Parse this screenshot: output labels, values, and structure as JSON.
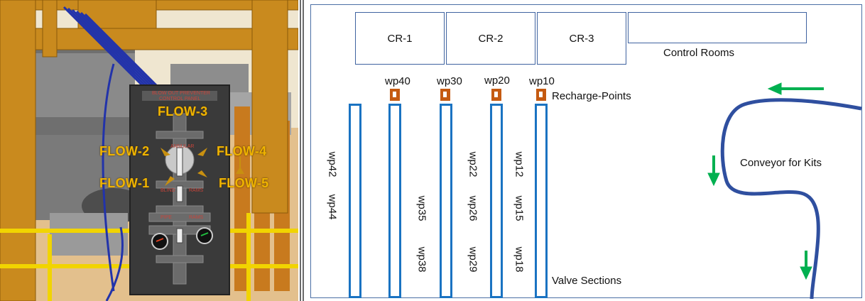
{
  "left_panel": {
    "panel_title": "BLOW OUT PREVENTER",
    "panel_subtitle": "CONTROL PANEL",
    "annular_label": "ANNULAR",
    "blind_rams_left": "BLIND",
    "blind_rams_right": "RAMS",
    "pipe_rams_left": "PIPE",
    "pipe_rams_right": "RAMS",
    "flows": {
      "flow_1": "FLOW-1",
      "flow_2": "FLOW-2",
      "flow_3": "FLOW-3",
      "flow_4": "FLOW-4",
      "flow_5": "FLOW-5"
    },
    "colors": {
      "flow_label": "#f0b400",
      "frame": "#c98a1e",
      "cables": "#2233aa"
    }
  },
  "layout_map": {
    "control_rooms": {
      "rooms": [
        "CR-1",
        "CR-2",
        "CR-3",
        ""
      ],
      "label": "Control Rooms"
    },
    "recharge_points": {
      "labels": [
        "wp40",
        "wp30",
        "wp20",
        "wp10"
      ],
      "label": "Recharge-Points",
      "color": "#c55a11"
    },
    "valve_sections": {
      "label": "Valve Sections",
      "color": "#1a73c2",
      "columns": [
        {
          "top": "wp42",
          "bottom": "wp44"
        },
        {
          "middle": "wp35",
          "bottom": "wp38"
        },
        {
          "top": "wp22",
          "middle": "wp26",
          "bottom": "wp29"
        },
        {
          "top": "wp12",
          "middle": "wp15",
          "bottom": "wp18"
        }
      ]
    },
    "conveyor": {
      "label": "Conveyor for Kits",
      "line_color": "#2f4f9f",
      "arrow_color": "#00b050"
    }
  }
}
